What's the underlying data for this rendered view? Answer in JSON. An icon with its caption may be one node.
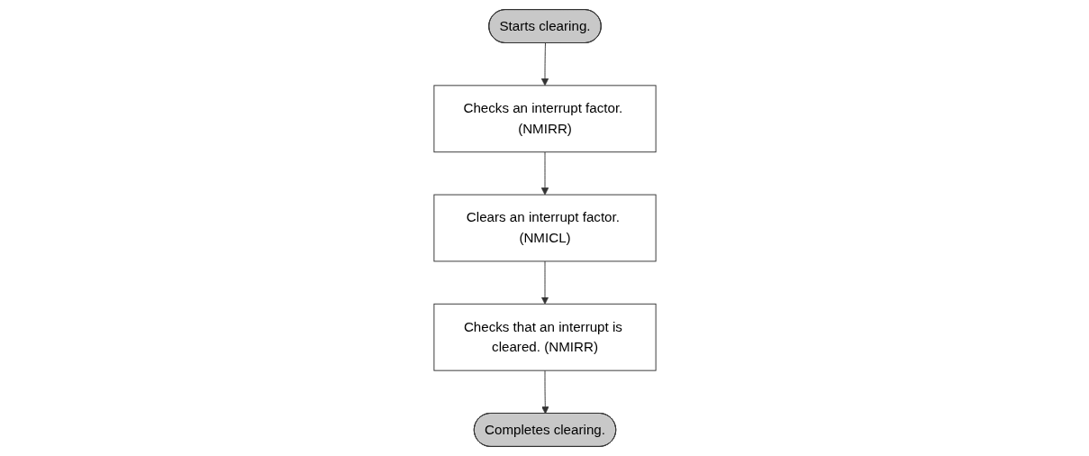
{
  "diagram": {
    "nodes": [
      {
        "text": [
          "Starts clearing."
        ]
      },
      {
        "text": [
          "Checks an interrupt factor. (NMIRR)"
        ]
      },
      {
        "text": [
          "Clears an interrupt factor. (NMICL)"
        ]
      },
      {
        "text": [
          "Checks that an interrupt is cleared. (NMIRR)"
        ]
      },
      {
        "text": [
          "Completes clearing."
        ]
      }
    ],
    "edges": [
      {
        "from": 0,
        "to": 1,
        "arrow": "to"
      },
      {
        "from": 1,
        "to": 2,
        "arrow": "to"
      },
      {
        "from": 2,
        "to": 3,
        "arrow": "to"
      },
      {
        "from": 3,
        "to": 4,
        "arrow": "to"
      }
    ]
  }
}
